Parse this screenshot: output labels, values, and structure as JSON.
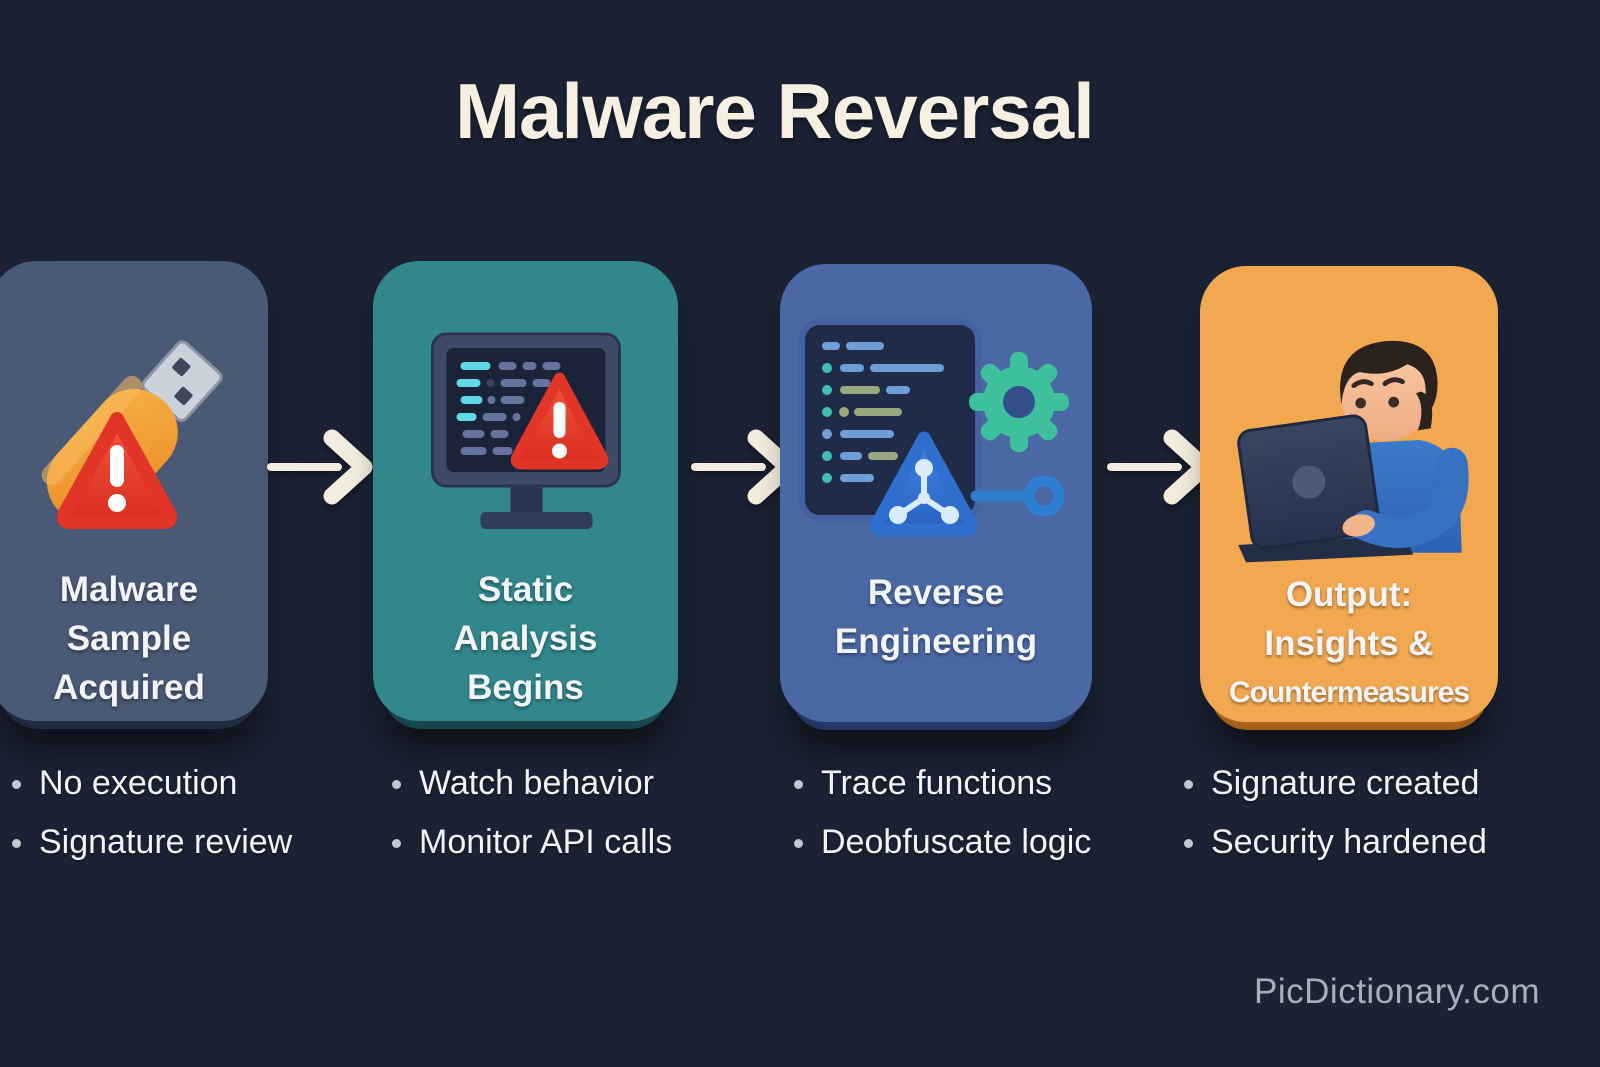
{
  "header": {
    "title": "Malware Reversal"
  },
  "steps": [
    {
      "title": "Malware Sample Acquired",
      "title_lines": [
        "Malware",
        "Sample",
        "Acquired"
      ],
      "bullets": [
        "No execution",
        "Signature review"
      ],
      "icon": "usb-drive-warning-icon",
      "card_color": "#2e3c59"
    },
    {
      "title": "Static Analysis Begins",
      "title_lines": [
        "Static",
        "Analysis",
        "Begins"
      ],
      "bullets": [
        "Watch behavior",
        "Monitor API calls"
      ],
      "icon": "monitor-code-warning-icon",
      "card_color": "#23636c"
    },
    {
      "title": "Reverse Engineering",
      "title_lines": [
        "Reverse",
        "Engineering"
      ],
      "bullets": [
        "Trace functions",
        "Deobfuscate logic"
      ],
      "icon": "code-panel-gear-molecule-icon",
      "card_color": "#33508c"
    },
    {
      "title": "Output: Insights & Countermeasures",
      "title_lines": [
        "Output:",
        "Insights &",
        "Countermeasures"
      ],
      "bullets": [
        "Signature created",
        "Security hardened"
      ],
      "icon": "analyst-laptop-illustration",
      "card_color": "#e0882b"
    }
  ],
  "watermark": "PicDictionary.com",
  "palette": {
    "background": "#1a2233",
    "title_text": "#f6efe2",
    "arrow": "#f3ecdf",
    "bullet_text": "#f2f3f6",
    "watermark_text": "#a9aeb8",
    "warning_red": "#e5392b",
    "usb_orange": "#f09b30",
    "gear_teal": "#3ec09d",
    "triangle_blue": "#3b82e0",
    "code_cyan": "#5fd9e8"
  }
}
